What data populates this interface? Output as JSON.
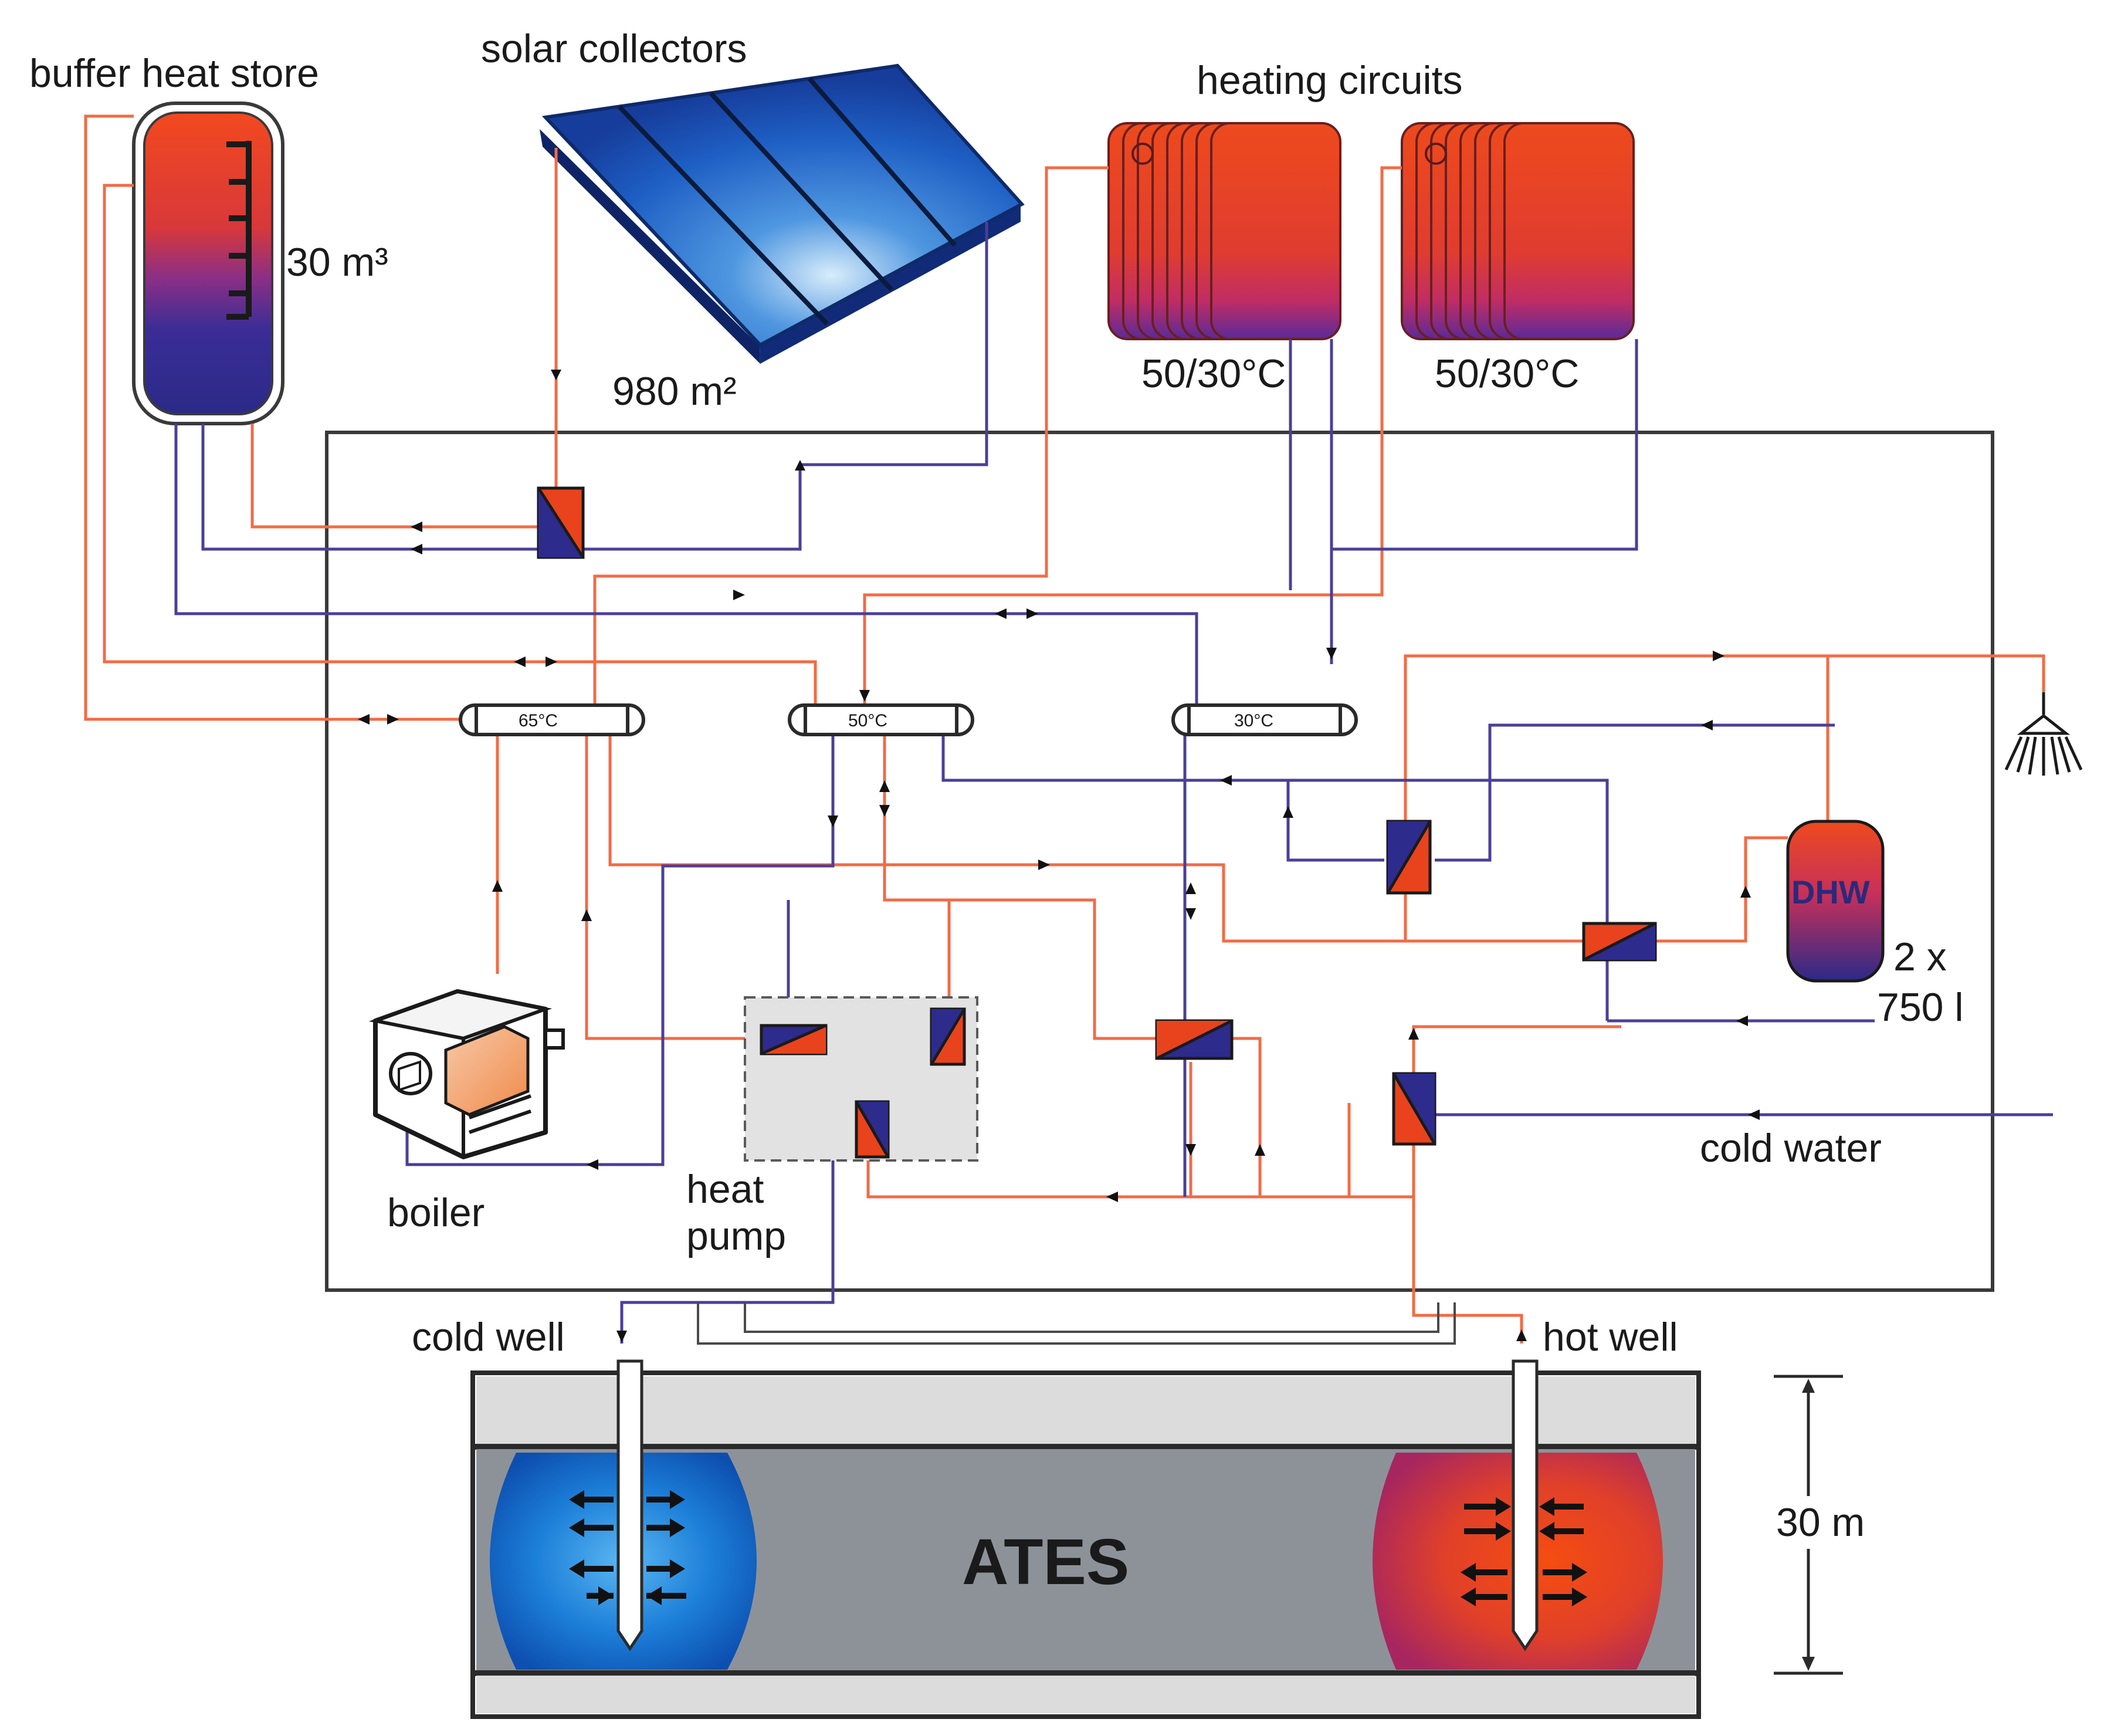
{
  "labels": {
    "buffer_heat_store": "buffer heat store",
    "buffer_volume": "30 m³",
    "solar_collectors": "solar collectors",
    "solar_area": "980 m²",
    "heating_circuits": "heating circuits",
    "circuit_1_temp": "50/30°C",
    "circuit_2_temp": "50/30°C",
    "header_65": "65°C",
    "header_50": "50°C",
    "header_30": "30°C",
    "dhw": "DHW",
    "dhw_size_line1": "2 x",
    "dhw_size_line2": "750 l",
    "cold_water": "cold water",
    "boiler": "boiler",
    "heat_pump_line1": "heat",
    "heat_pump_line2": "pump",
    "cold_well": "cold well",
    "hot_well": "hot well",
    "ates": "ATES",
    "depth": "30 m"
  },
  "colors": {
    "hot_line": "#f26b45",
    "cold_line": "#4b3f98",
    "hot_fill": "#e8431c",
    "cold_fill": "#2d2b8c",
    "solar_blue": "#1e5fc4",
    "ates_blue": "#1478d4",
    "aquifer_gray": "#8d9299"
  }
}
